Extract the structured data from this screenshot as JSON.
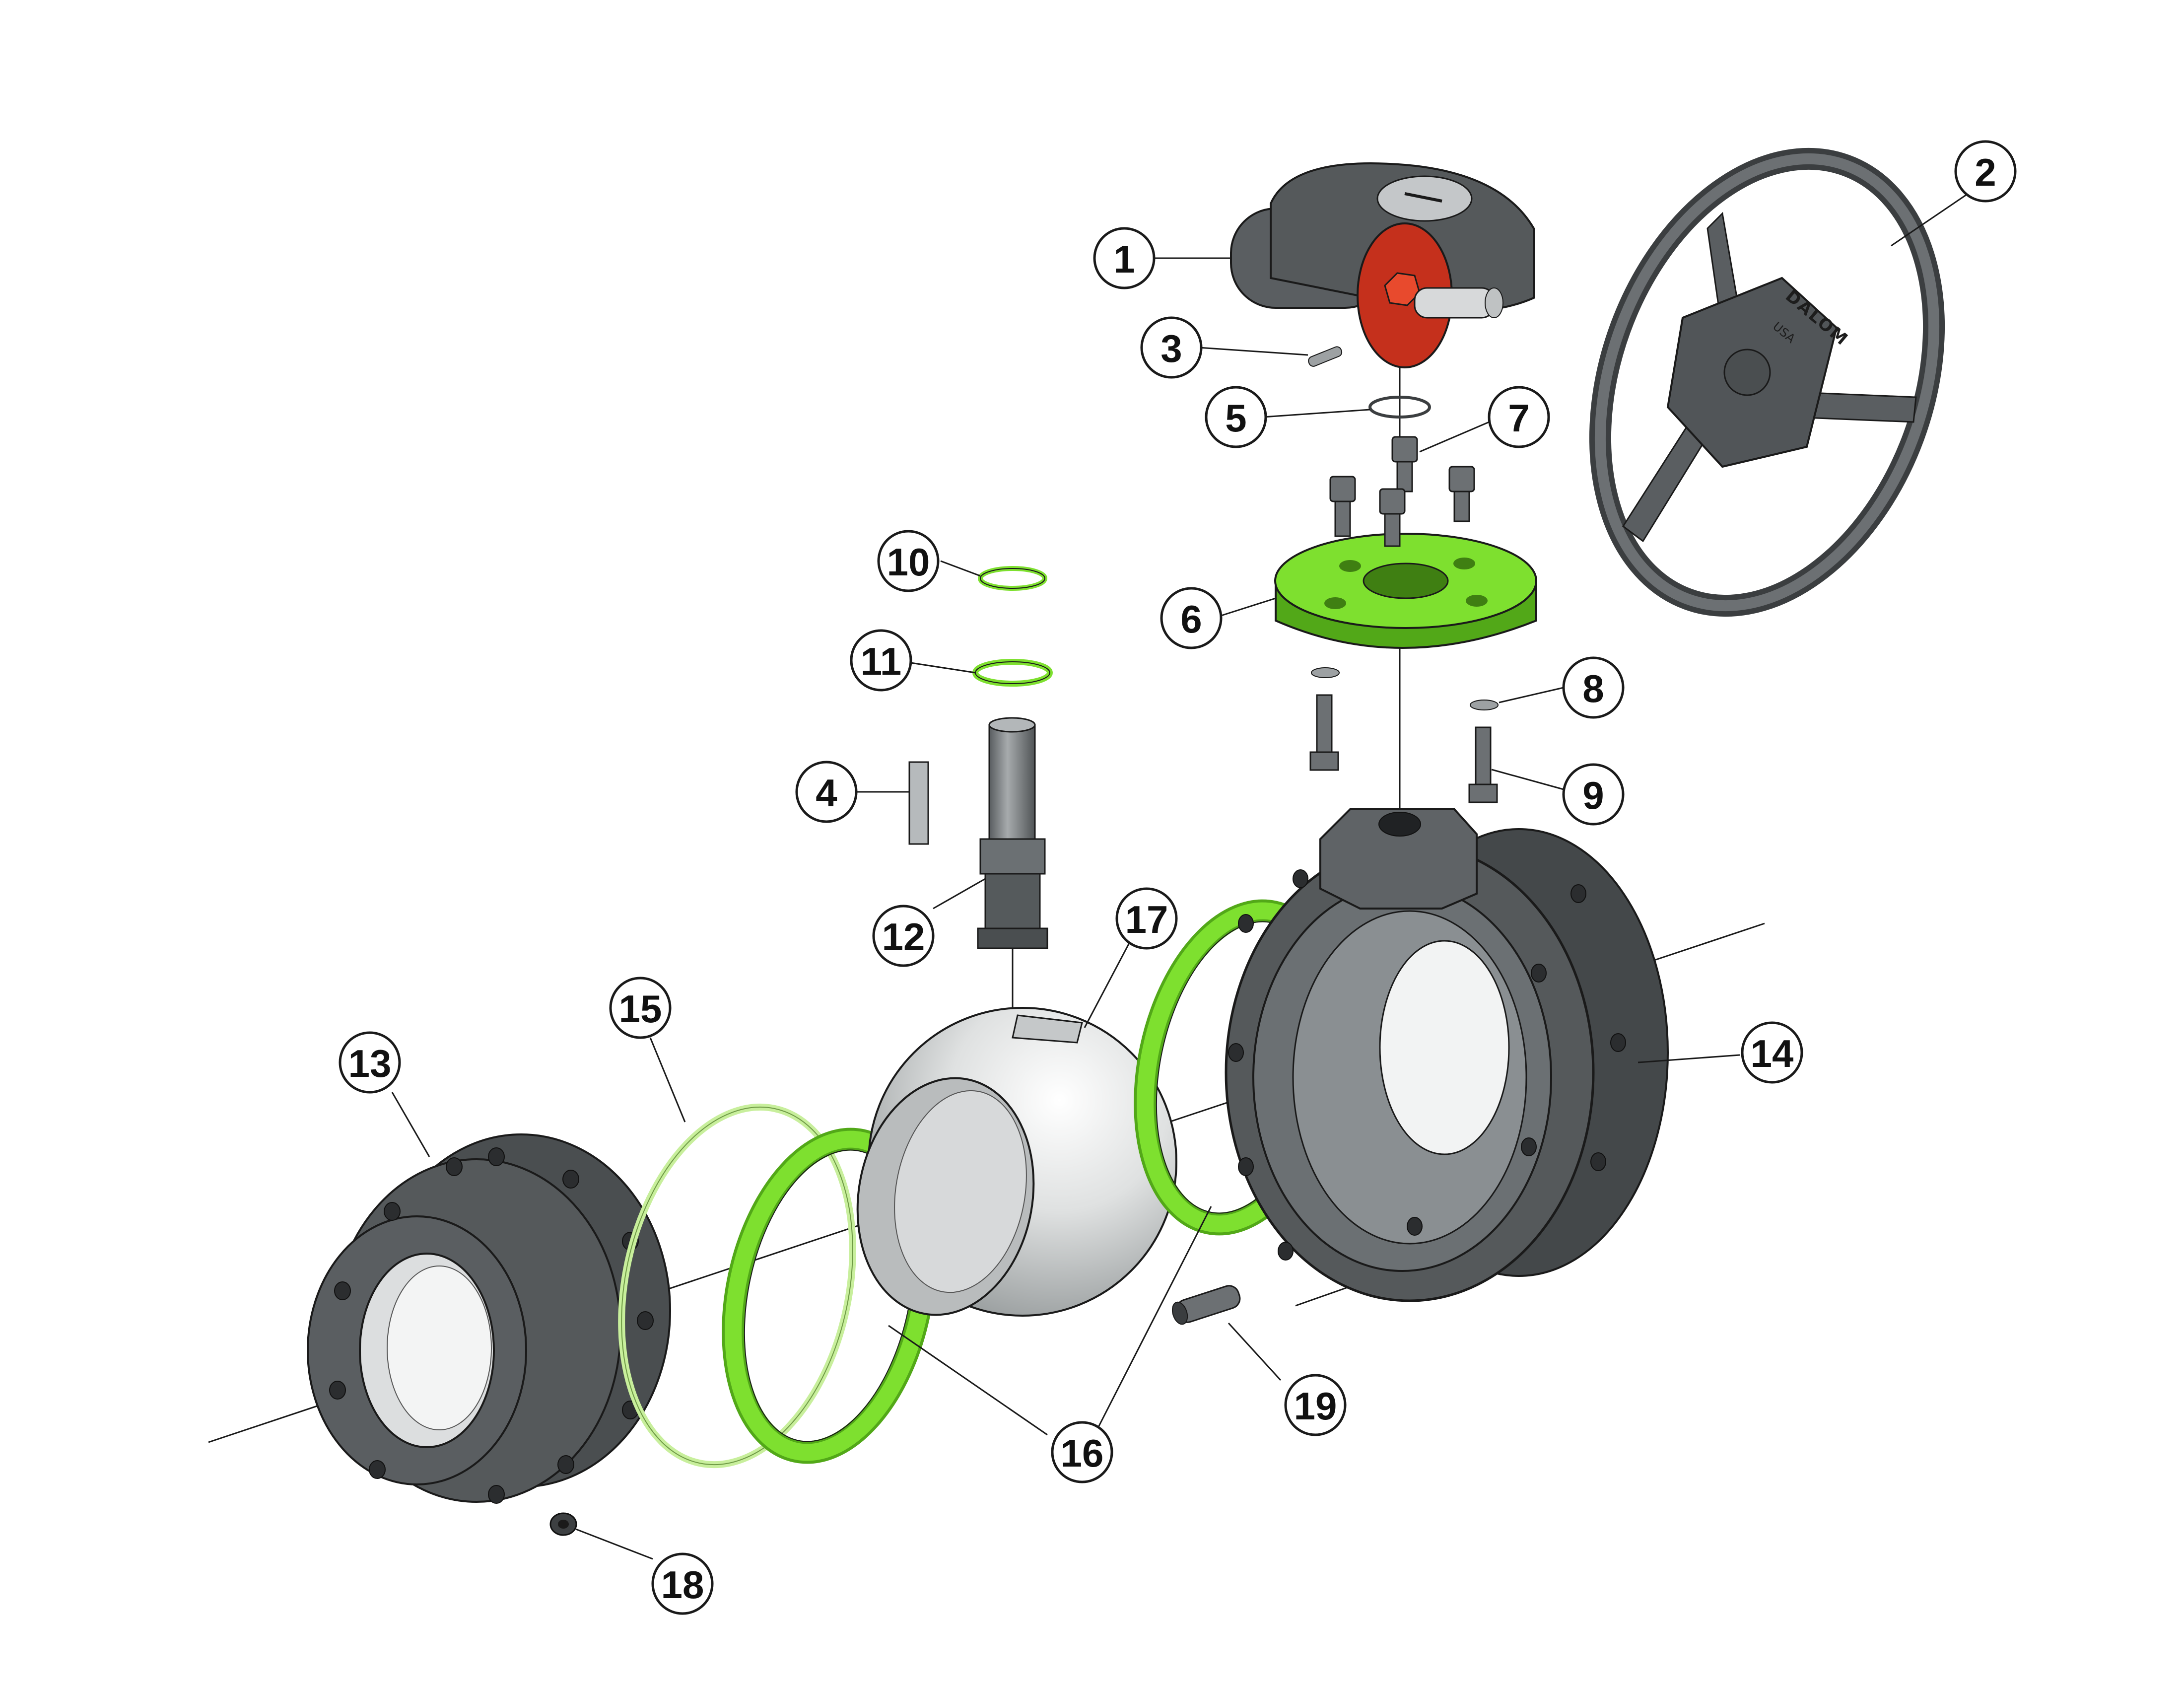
{
  "brand": {
    "logo_text": "DALOM",
    "origin_text": "USA"
  },
  "colors": {
    "part_gray": "#5a5e61",
    "part_dark": "#3b3e40",
    "part_light": "#8b9093",
    "seal_green": "#7ee02f",
    "seal_green_dark": "#52a818",
    "oring_green": "#c8ef9c",
    "gear_red": "#c5301c",
    "ball_light": "#e7e8e8",
    "ball_shade": "#a9acad",
    "leader": "#1a1a1a"
  },
  "callouts": [
    {
      "id": "1",
      "label": "1"
    },
    {
      "id": "2",
      "label": "2"
    },
    {
      "id": "3",
      "label": "3"
    },
    {
      "id": "4",
      "label": "4"
    },
    {
      "id": "5",
      "label": "5"
    },
    {
      "id": "6",
      "label": "6"
    },
    {
      "id": "7",
      "label": "7"
    },
    {
      "id": "8",
      "label": "8"
    },
    {
      "id": "9",
      "label": "9"
    },
    {
      "id": "10",
      "label": "10"
    },
    {
      "id": "11",
      "label": "11"
    },
    {
      "id": "12",
      "label": "12"
    },
    {
      "id": "13",
      "label": "13"
    },
    {
      "id": "14",
      "label": "14"
    },
    {
      "id": "15",
      "label": "15"
    },
    {
      "id": "16",
      "label": "16"
    },
    {
      "id": "17",
      "label": "17"
    },
    {
      "id": "18",
      "label": "18"
    },
    {
      "id": "19",
      "label": "19"
    }
  ]
}
